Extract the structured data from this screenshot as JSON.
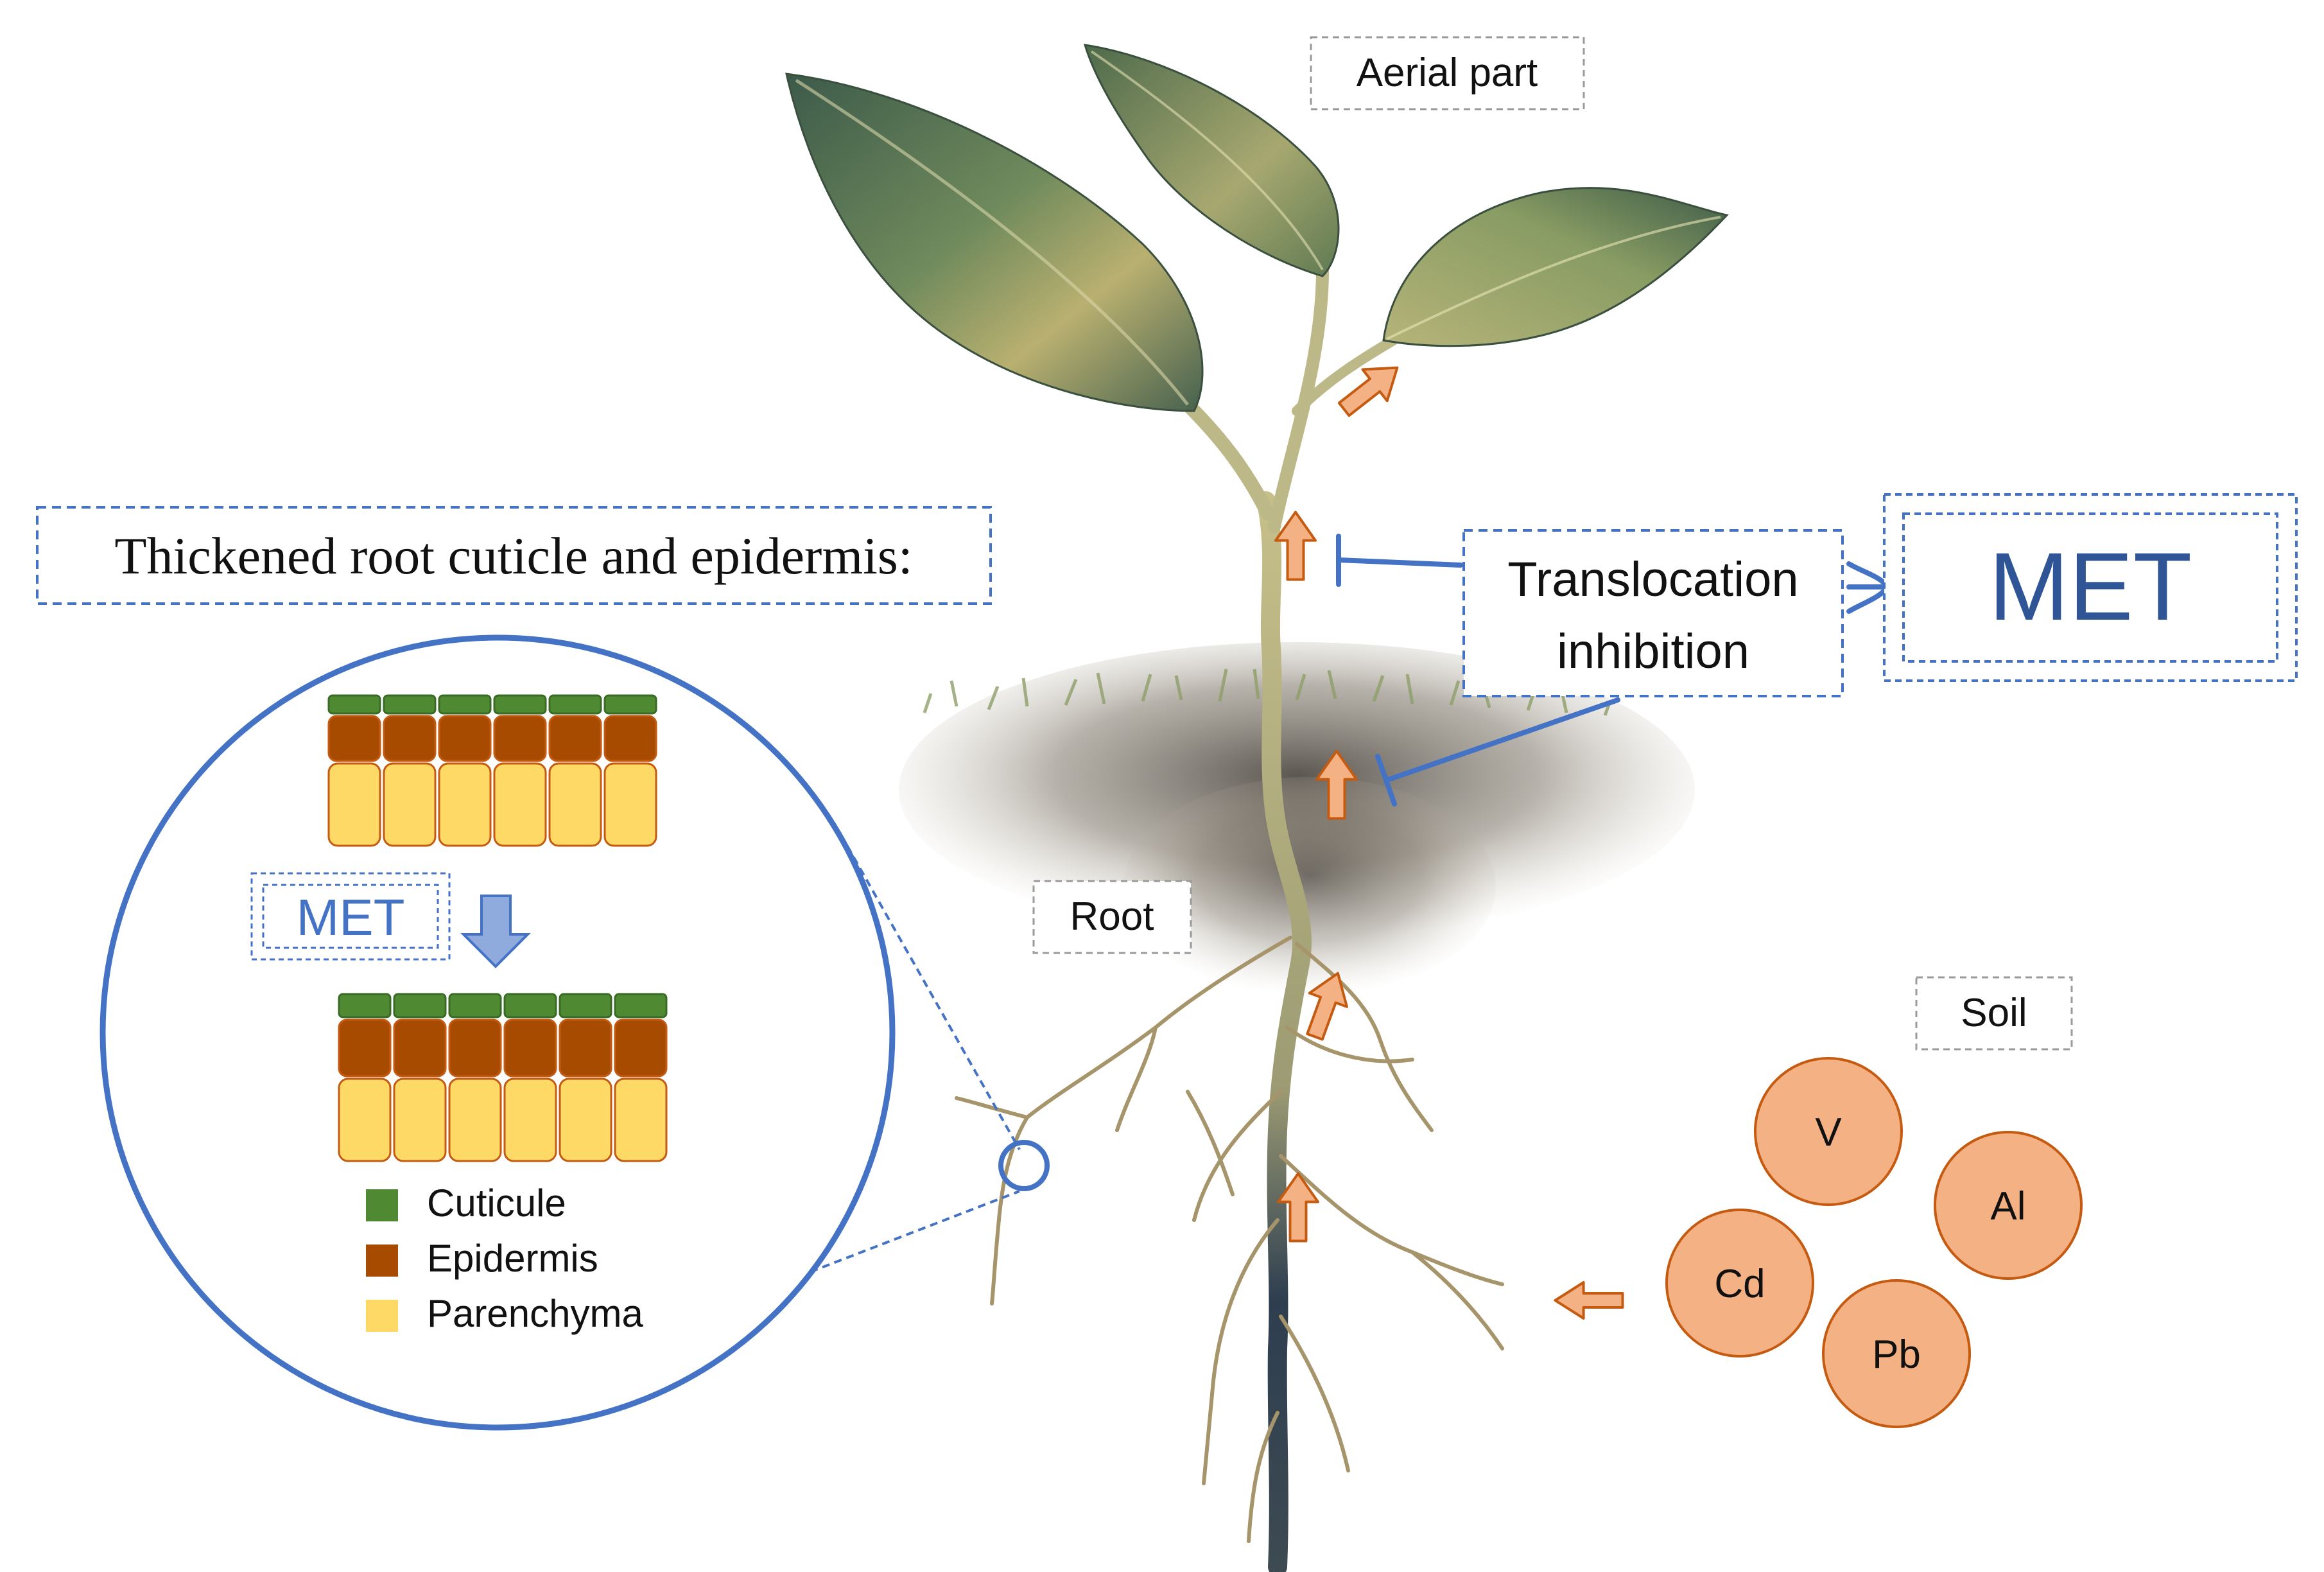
{
  "labels": {
    "aerial_part": "Aerial part",
    "root": "Root",
    "soil": "Soil",
    "translocation_line1": "Translocation",
    "translocation_line2": "inhibition",
    "met_large": "MET",
    "met_small": "MET",
    "thickened_title": "Thickened root cuticle and epidermis:"
  },
  "legend": [
    {
      "label": "Cuticule",
      "color": "#4f8a33"
    },
    {
      "label": "Epidermis",
      "color": "#a64b00"
    },
    {
      "label": "Parenchyma",
      "color": "#ffd966"
    }
  ],
  "metals": [
    "V",
    "Al",
    "Cd",
    "Pb"
  ],
  "colors": {
    "blue": "#4472c4",
    "arrow_fill": "#f4b183",
    "arrow_stroke": "#c55a11",
    "metal_fill": "#f4b183",
    "metal_stroke": "#c55a11",
    "cuticle": "#4f8a33",
    "epidermis": "#a64b00",
    "parenchyma": "#ffd966",
    "cell_stroke": "#c55a11"
  }
}
